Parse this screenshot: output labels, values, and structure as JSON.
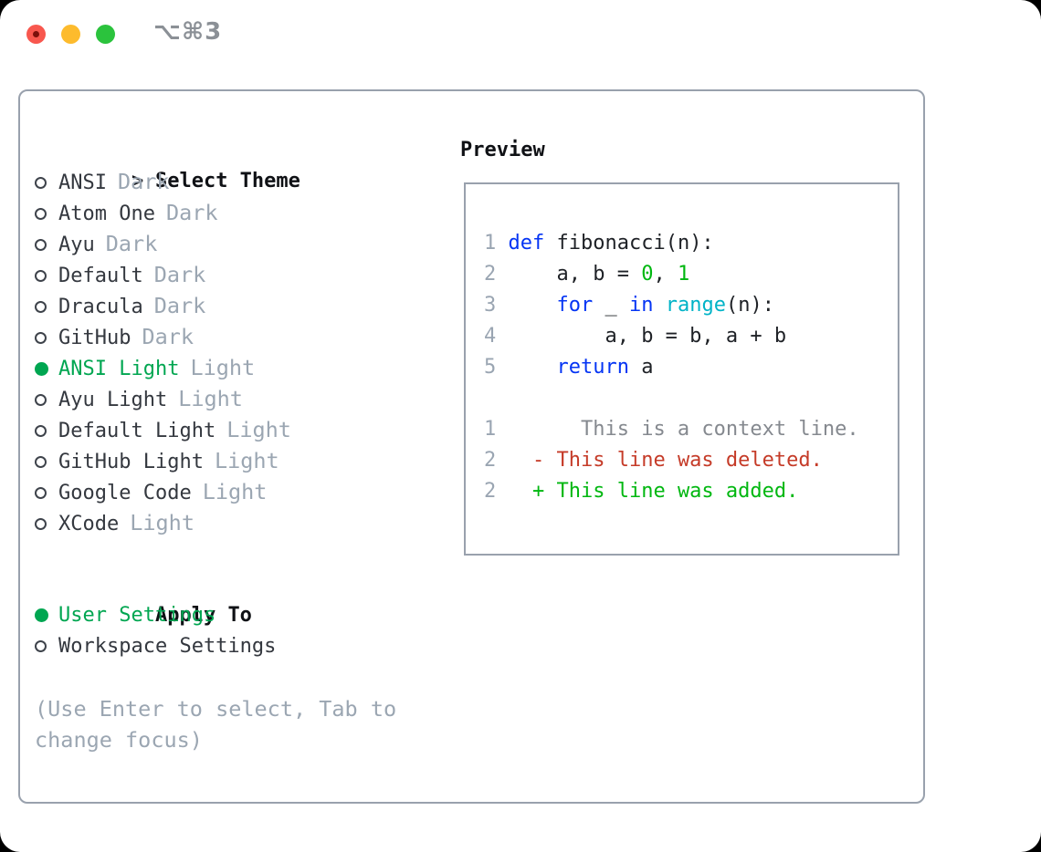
{
  "window": {
    "title": "⌥⌘3",
    "traffic_lights": [
      "close",
      "minimize",
      "zoom"
    ]
  },
  "select_theme": {
    "prompt": ">",
    "title": "Select Theme",
    "items": [
      {
        "name": "ANSI",
        "variant": "Dark",
        "selected": false
      },
      {
        "name": "Atom One",
        "variant": "Dark",
        "selected": false
      },
      {
        "name": "Ayu",
        "variant": "Dark",
        "selected": false
      },
      {
        "name": "Default",
        "variant": "Dark",
        "selected": false
      },
      {
        "name": "Dracula",
        "variant": "Dark",
        "selected": false
      },
      {
        "name": "GitHub",
        "variant": "Dark",
        "selected": false
      },
      {
        "name": "ANSI Light",
        "variant": "Light",
        "selected": true
      },
      {
        "name": "Ayu Light",
        "variant": "Light",
        "selected": false
      },
      {
        "name": "Default Light",
        "variant": "Light",
        "selected": false
      },
      {
        "name": "GitHub Light",
        "variant": "Light",
        "selected": false
      },
      {
        "name": "Google Code",
        "variant": "Light",
        "selected": false
      },
      {
        "name": "XCode",
        "variant": "Light",
        "selected": false
      }
    ]
  },
  "apply_to": {
    "title": "Apply To",
    "options": [
      {
        "name": "User Settings",
        "selected": true
      },
      {
        "name": "Workspace Settings",
        "selected": false
      }
    ]
  },
  "hint": "(Use Enter to select, Tab to change focus)",
  "preview": {
    "title": "Preview",
    "colors": {
      "kw": "#0434f4",
      "fn": "#00b3c7",
      "num": "#00b710",
      "fg": "#1e2126",
      "ctx": "#85898f",
      "del": "#c53b28",
      "add": "#00b710",
      "lnum": "#9aa5b2"
    },
    "lines": [
      {
        "num": "1",
        "segs": [
          {
            "t": "def",
            "c": "kw"
          },
          {
            "t": " fibonacci(n):",
            "c": "fg"
          }
        ]
      },
      {
        "num": "2",
        "segs": [
          {
            "t": "    a, b = ",
            "c": "fg"
          },
          {
            "t": "0",
            "c": "num"
          },
          {
            "t": ", ",
            "c": "fg"
          },
          {
            "t": "1",
            "c": "num"
          }
        ]
      },
      {
        "num": "3",
        "segs": [
          {
            "t": "    ",
            "c": "fg"
          },
          {
            "t": "for",
            "c": "kw"
          },
          {
            "t": " _ ",
            "c": "fg"
          },
          {
            "t": "in",
            "c": "kw"
          },
          {
            "t": " ",
            "c": "fg"
          },
          {
            "t": "range",
            "c": "fn"
          },
          {
            "t": "(n):",
            "c": "fg"
          }
        ]
      },
      {
        "num": "4",
        "segs": [
          {
            "t": "        a, b = b, a + b",
            "c": "fg"
          }
        ]
      },
      {
        "num": "5",
        "segs": [
          {
            "t": "    ",
            "c": "fg"
          },
          {
            "t": "return",
            "c": "kw"
          },
          {
            "t": " a",
            "c": "fg"
          }
        ]
      },
      {
        "num": "",
        "segs": []
      },
      {
        "num": "1",
        "segs": [
          {
            "t": "      This is a context line.",
            "c": "ctx"
          }
        ]
      },
      {
        "num": "2",
        "segs": [
          {
            "t": "  ",
            "c": "fg"
          },
          {
            "t": "- This line was deleted.",
            "c": "del"
          }
        ]
      },
      {
        "num": "2",
        "segs": [
          {
            "t": "  ",
            "c": "fg"
          },
          {
            "t": "+ This line was added.",
            "c": "add"
          }
        ]
      }
    ]
  },
  "ui_colors": {
    "accent_green": "#00a651",
    "text": "#34383f",
    "muted": "#9ba6b2",
    "header": "#0f1115",
    "border": "#99a1ad"
  }
}
